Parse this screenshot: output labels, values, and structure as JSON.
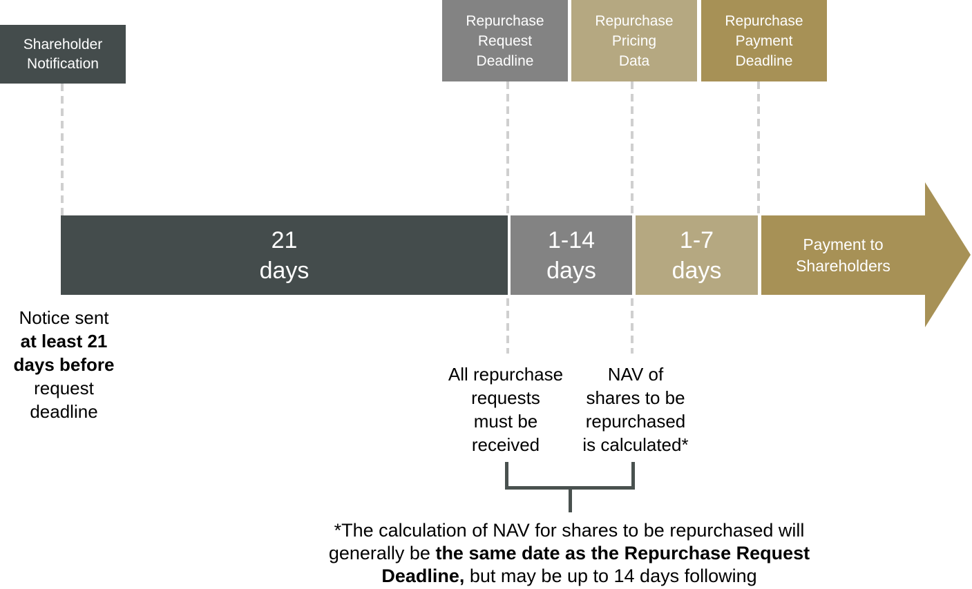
{
  "colors": {
    "charcoal": "#444C4C",
    "gray": "#838383",
    "tan": "#B5A881",
    "gold": "#A79156",
    "dash": "#CFCFCF",
    "bracket": "#49514F"
  },
  "shareholder_box": {
    "line1": "Shareholder",
    "line2": "Notification"
  },
  "milestones": [
    {
      "line1": "Repurchase",
      "line2": "Request",
      "line3": "Deadline"
    },
    {
      "line1": "Repurchase",
      "line2": "Pricing",
      "line3": "Data"
    },
    {
      "line1": "Repurchase",
      "line2": "Payment",
      "line3": "Deadline"
    }
  ],
  "timeline": {
    "segment1": {
      "value": "21",
      "unit": "days"
    },
    "segment2": {
      "value": "1-14",
      "unit": "days"
    },
    "segment3": {
      "value": "1-7",
      "unit": "days"
    },
    "arrow": {
      "line1": "Payment to",
      "line2": "Shareholders"
    }
  },
  "notes": {
    "notice": {
      "line1": "Notice sent",
      "line2": "at least 21",
      "line3": "days before",
      "line4": "request",
      "line5": "deadline"
    },
    "requests": {
      "line1": "All repurchase",
      "line2": "requests",
      "line3": "must be",
      "line4": "received"
    },
    "nav": {
      "line1": "NAV of",
      "line2": "shares to be",
      "line3": "repurchased",
      "line4": "is calculated*"
    }
  },
  "footnote": {
    "line1": "*The calculation of NAV for shares to be repurchased will",
    "line2_regular": "generally be ",
    "line2_bold": "the same date as the Repurchase Request",
    "line3_bold": "Deadline,",
    "line3_regular": " but may be up to 14 days following"
  }
}
